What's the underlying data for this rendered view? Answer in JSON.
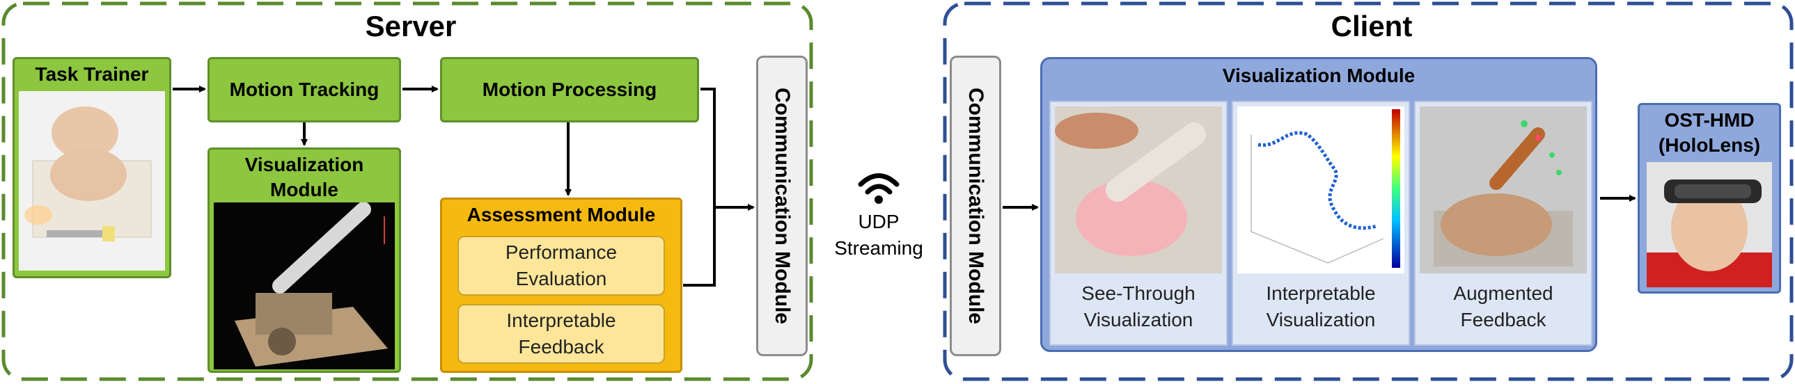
{
  "server": {
    "title": "Server",
    "task_trainer": "Task Trainer",
    "motion_tracking": "Motion Tracking",
    "motion_processing": "Motion Processing",
    "visualization_module": "Visualization Module",
    "assessment_module": "Assessment Module",
    "performance_evaluation": "Performance Evaluation",
    "interpretable_feedback": "Interpretable Feedback",
    "communication_module": "Communication Module"
  },
  "link": {
    "line1": "UDP",
    "line2": "Streaming",
    "icon": "wifi-icon"
  },
  "client": {
    "title": "Client",
    "communication_module": "Communication Module",
    "visualization_module": "Visualization Module",
    "cards": [
      {
        "label": "See-Through Visualization"
      },
      {
        "label": "Interpretable Visualization"
      },
      {
        "label": "Augmented Feedback"
      }
    ],
    "hmd_title_line1": "OST-HMD",
    "hmd_title_line2": "(HoloLens)"
  },
  "colors": {
    "server_border": "#5a8a2e",
    "client_border": "#2e4f96",
    "green": "#8dc63f",
    "orange": "#f6b90f",
    "blue": "#8fa8dc"
  }
}
